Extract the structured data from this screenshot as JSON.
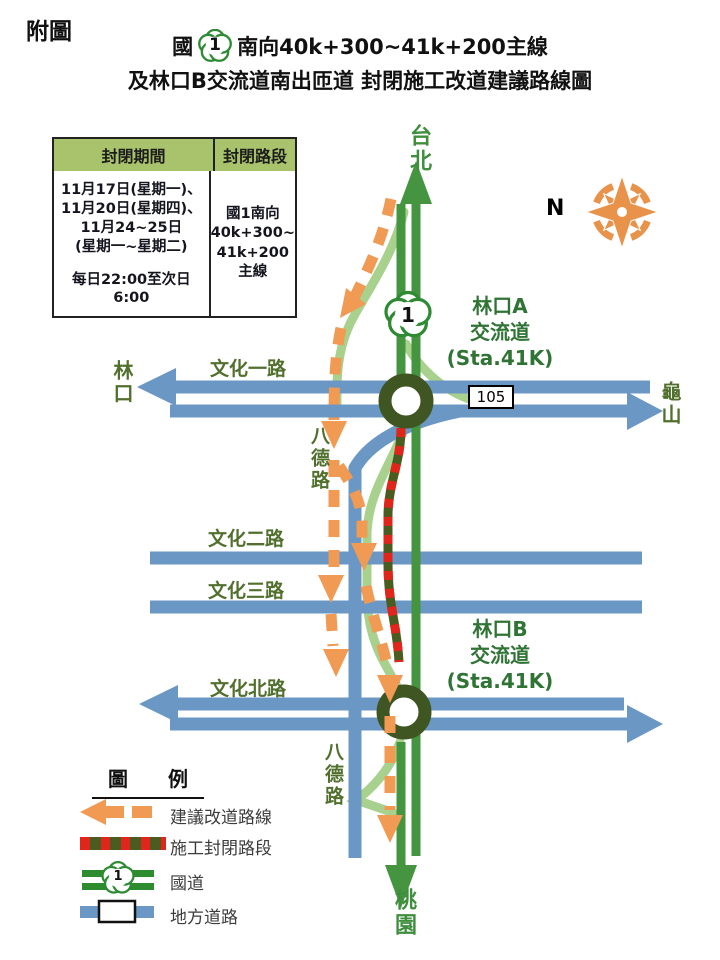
{
  "figure_label": "附圖",
  "title": {
    "line1_prefix": "國",
    "shield_number": "1",
    "line1_suffix": "南向40k+300~41k+200主線",
    "line2": "及林口B交流道南出匝道 封閉施工改道建議路線圖"
  },
  "closure_table": {
    "header_period": "封閉期間",
    "header_section": "封閉路段",
    "period_lines": [
      "11月17日(星期一)、",
      "11月20日(星期四)、",
      "11月24~25日",
      "(星期一~星期二)"
    ],
    "period_time": "每日22:00至次日6:00",
    "section_lines": [
      "國1南向",
      "40k+300~",
      "41k+200",
      "主線"
    ]
  },
  "compass": {
    "north_label": "N"
  },
  "map": {
    "destinations": {
      "north": "台北",
      "south": "桃園",
      "west": "林口",
      "east": "龜山"
    },
    "roads": {
      "wenhua1": "文化一路",
      "wenhua2": "文化二路",
      "wenhua3": "文化三路",
      "wenhuabei": "文化北路",
      "bade_upper": "八德路",
      "bade_lower": "八德路"
    },
    "route_marker": "105",
    "highway_shield": "1",
    "interchange_a": {
      "line1": "林口A",
      "line2": "交流道",
      "line3": "(Sta.41K)"
    },
    "interchange_b": {
      "line1": "林口B",
      "line2": "交流道",
      "line3": "(Sta.41K)"
    }
  },
  "legend": {
    "title": "圖　　例",
    "shield_number": "1",
    "items": [
      {
        "label": "建議改道路線"
      },
      {
        "label": "施工封閉路段"
      },
      {
        "label": "國道"
      },
      {
        "label": "地方道路"
      }
    ]
  },
  "colors": {
    "highway_green": "#459440",
    "legend_green": "#2e8b2e",
    "ramp_green": "#a9d18e",
    "local_blue": "#6b97c5",
    "detour_orange": "#f09a54",
    "closure_red": "#e0251b",
    "closure_dark": "#4a5c20",
    "interchange_ring": "#3f5622",
    "table_header_bg": "#a9c36c",
    "compass_orange": "#e8924a"
  }
}
